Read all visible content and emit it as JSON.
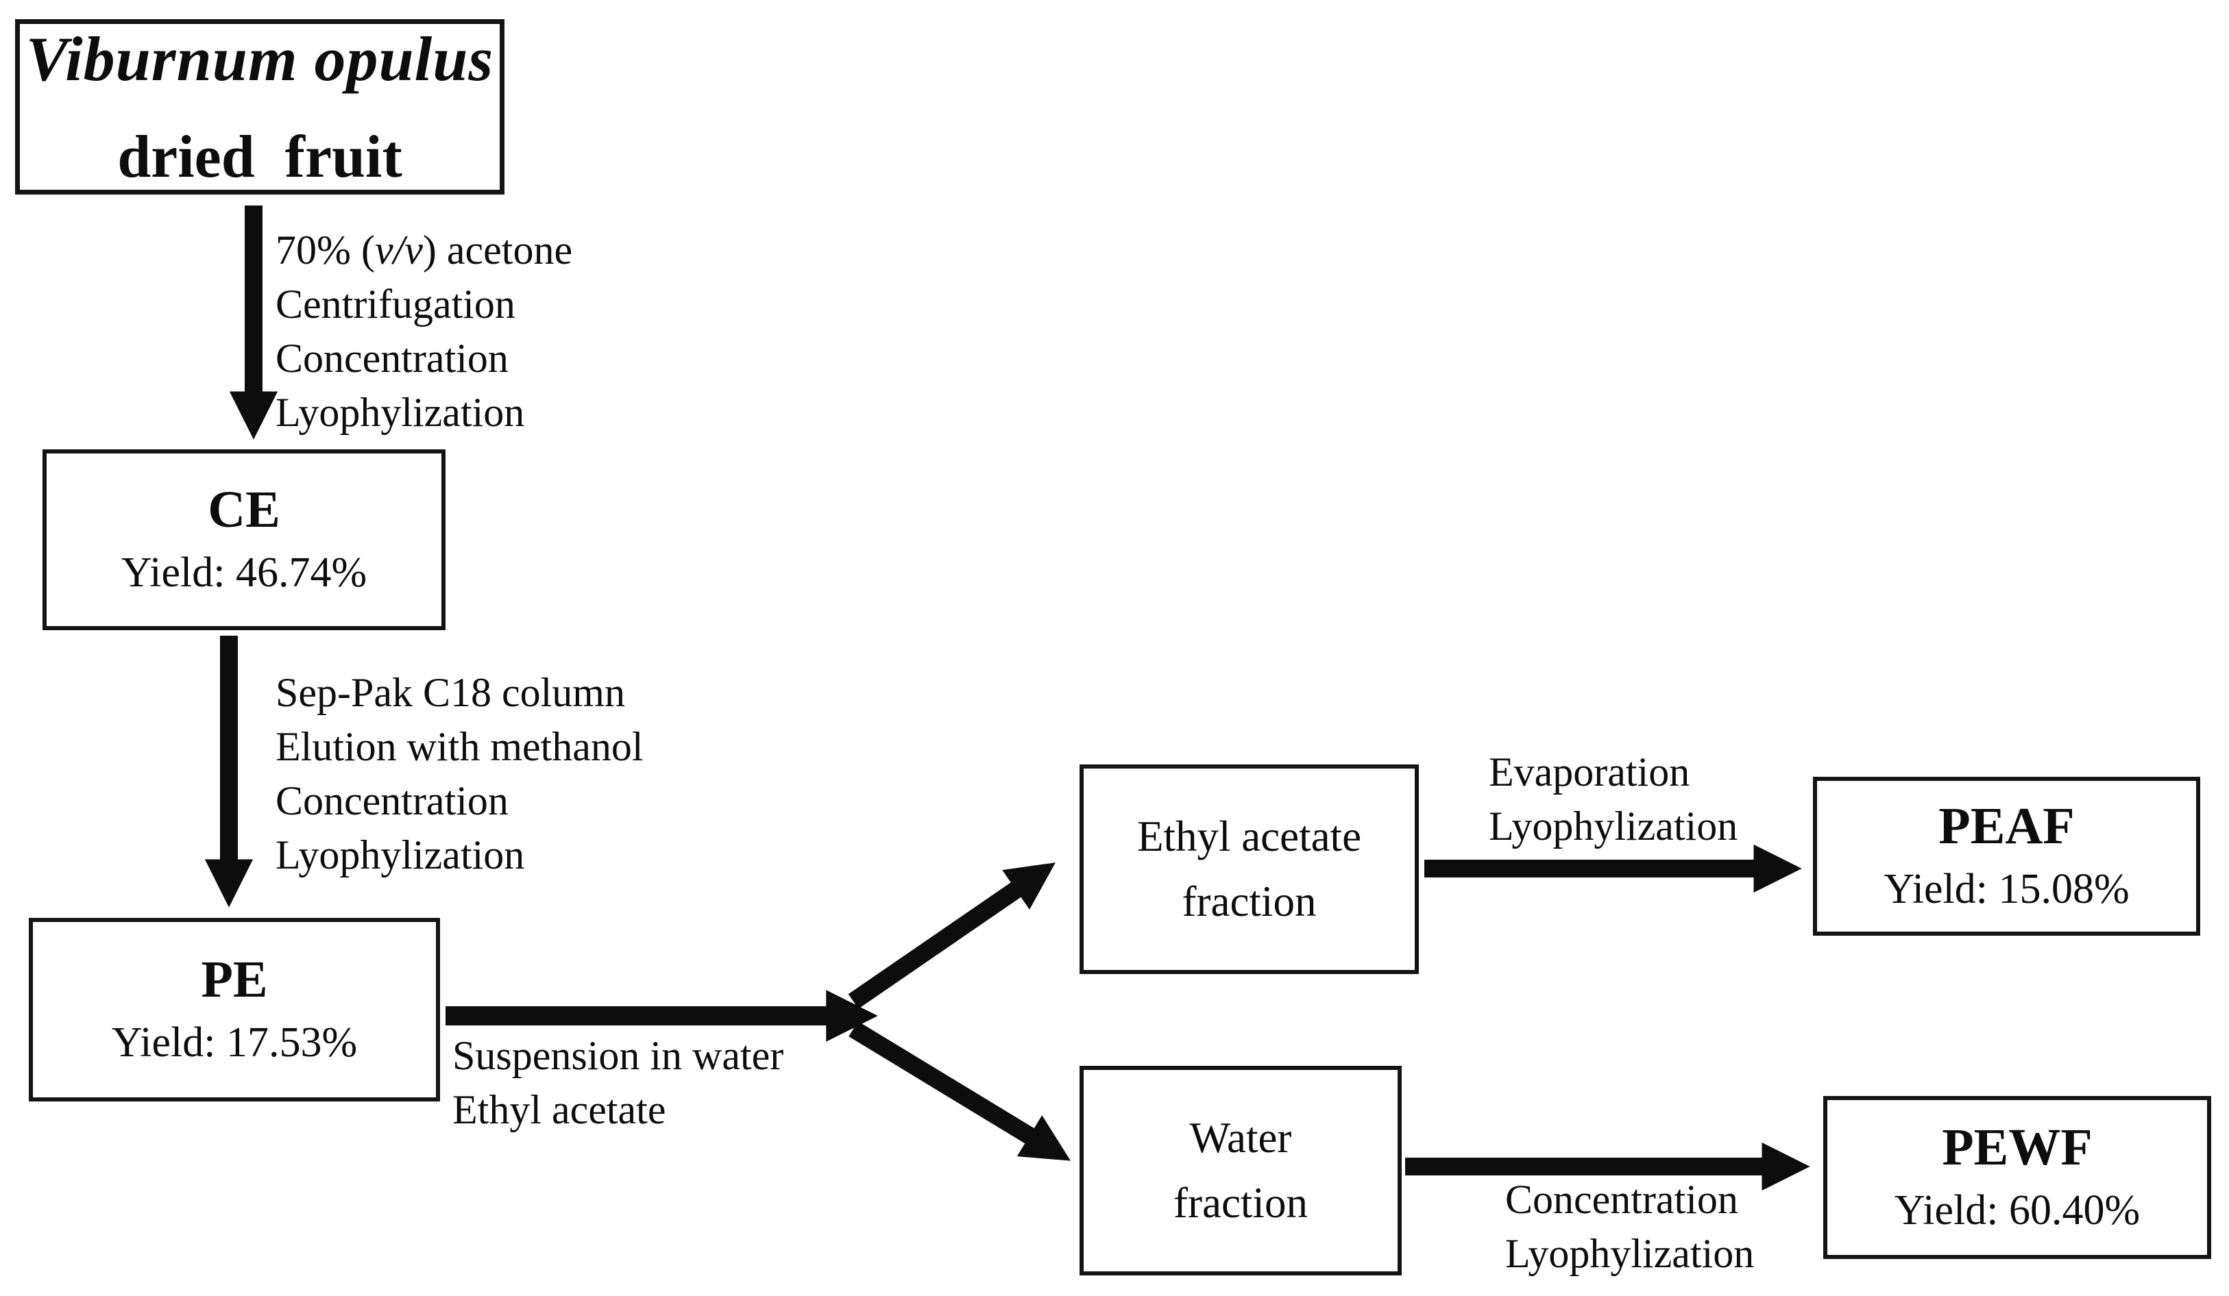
{
  "nodes": {
    "source": {
      "line1": "Viburnum opulus",
      "line2": "dried fruit"
    },
    "ce": {
      "name": "CE",
      "yield": "Yield: 46.74%"
    },
    "pe": {
      "name": "PE",
      "yield": "Yield: 17.53%"
    },
    "eaf": {
      "line1": "Ethyl acetate",
      "line2": "fraction"
    },
    "wf": {
      "line1": "Water",
      "line2": "fraction"
    },
    "peaf": {
      "name": "PEAF",
      "yield": "Yield: 15.08%"
    },
    "pewf": {
      "name": "PEWF",
      "yield": "Yield: 60.40%"
    }
  },
  "steps": {
    "acetone": {
      "line1_prefix": "70% (",
      "line1_italic": "v/v",
      "line1_suffix": ") acetone",
      "line2": "Centrifugation",
      "line3": "Concentration",
      "line4": "Lyophylization"
    },
    "seppak": {
      "line1": "Sep-Pak C18 column",
      "line2": "Elution with methanol",
      "line3": "Concentration",
      "line4": "Lyophylization"
    },
    "partition": {
      "line1": "Suspension in water",
      "line2": "Ethyl acetate"
    },
    "evaporation": {
      "line1": "Evaporation",
      "line2": "Lyophylization"
    },
    "concentration": {
      "line1": "Concentration",
      "line2": "Lyophylization"
    }
  },
  "colors": {
    "ink": "#0d0d0d",
    "background": "#ffffff"
  }
}
